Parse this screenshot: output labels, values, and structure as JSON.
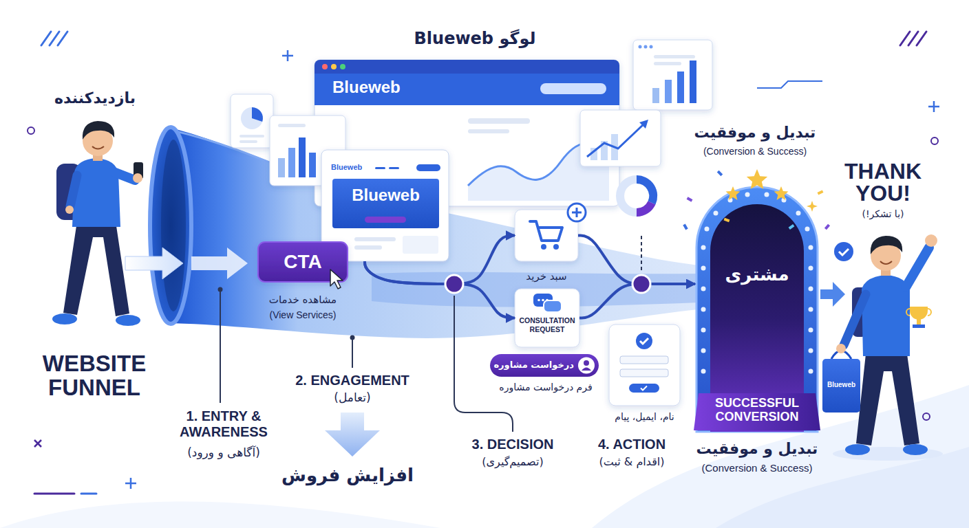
{
  "diagram": {
    "title": "لوگو Blueweb",
    "nodes": [
      {
        "text": [
          "Blueweb"
        ]
      },
      {
        "text": [
          "Blueweb",
          "Blueweb"
        ]
      },
      {
        "text": [
          "CTA"
        ]
      },
      {
        "text": [
          "سبد خرید"
        ]
      },
      {
        "text": [
          "CONSULTATION REQUEST"
        ]
      },
      {
        "text": [
          "درخواست مشاوره"
        ]
      },
      {
        "text": [
          "نام، ایمیل، پیام"
        ]
      },
      {
        "text": [
          "مشتری",
          "SUCCESSFUL CONVERSION"
        ]
      },
      {
        "text": [
          "Blueweb"
        ]
      }
    ],
    "edges": [
      {
        "from": 1,
        "to": 3,
        "arrow": "to"
      },
      {
        "from": 1,
        "to": 4,
        "arrow": "to"
      },
      {
        "from": 3,
        "to": 7,
        "arrow": "to"
      },
      {
        "from": 4,
        "to": 7,
        "arrow": "to"
      }
    ],
    "labels": [
      "بازدیدکننده",
      "WEBSITE FUNNEL",
      "مشاهده خدمات",
      "(View Services)",
      "1. ENTRY & AWARENESS",
      "(آگاهی و ورود)",
      "2. ENGAGEMENT",
      "(تعامل)",
      "افزایش فروش",
      "فرم درخواست مشاوره",
      "3. DECISION",
      "(تصمیم‌گیری)",
      "4. ACTION",
      "(اقدام & ثبت)",
      "تبدیل و موفقیت",
      "(Conversion & Success)",
      "THANK YOU!",
      "(با تشکر!)",
      "تبدیل و موفقیت",
      "(Conversion & Success)"
    ]
  }
}
